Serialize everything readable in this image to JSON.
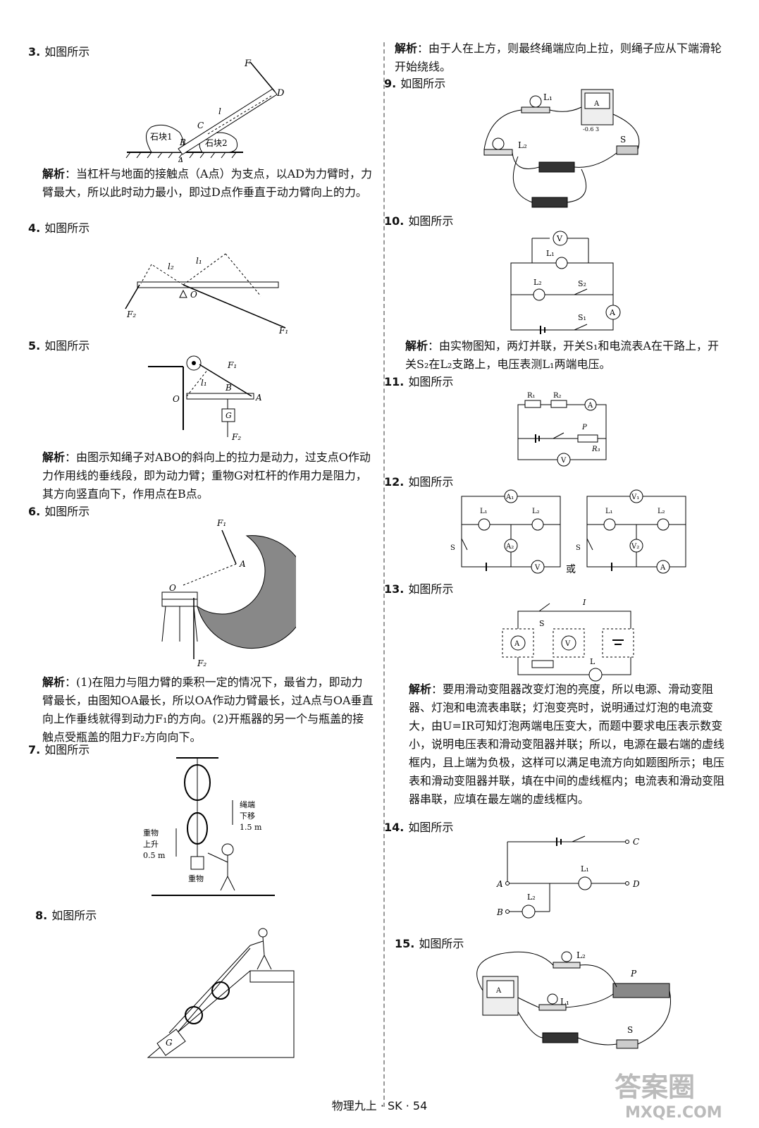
{
  "items": {
    "q3": {
      "num": "3.",
      "title": "如图所示",
      "analysis_label": "解析",
      "analysis": "：当杠杆与地面的接触点（A点）为支点，以AD为力臂时，力臂最大，所以此时动力最小，即过D点作垂直于动力臂向上的力。",
      "labels": {
        "F": "F",
        "D": "D",
        "l": "l",
        "C": "C",
        "B": "B",
        "A": "A",
        "stone1": "石块1",
        "stone2": "石块2"
      }
    },
    "q4": {
      "num": "4.",
      "title": "如图所示",
      "labels": {
        "l1": "l₁",
        "l2": "l₂",
        "O": "O",
        "F1": "F₁",
        "F2": "F₂"
      }
    },
    "q5": {
      "num": "5.",
      "title": "如图所示",
      "analysis_label": "解析",
      "analysis": "：由图示知绳子对ABO的斜向上的拉力是动力，过支点O作动力作用线的垂线段，即为动力臂；重物G对杠杆的作用力是阻力，其方向竖直向下，作用点在B点。",
      "labels": {
        "F1": "F₁",
        "l1": "l₁",
        "B": "B",
        "O": "O",
        "A": "A",
        "G": "G",
        "F2": "F₂"
      }
    },
    "q6": {
      "num": "6.",
      "title": "如图所示",
      "analysis_label": "解析",
      "analysis": "：(1)在阻力与阻力臂的乘积一定的情况下，最省力，即动力臂最长，由图知OA最长，所以OA作动力臂最长，过A点与OA垂直向上作垂线就得到动力F₁的方向。(2)开瓶器的另一个与瓶盖的接触点受瓶盖的阻力F₂方向向下。",
      "labels": {
        "F1": "F₁",
        "A": "A",
        "O": "O",
        "F2": "F₂"
      }
    },
    "q7": {
      "num": "7.",
      "title": "如图所示",
      "labels": {
        "rope": "绳端",
        "down": "下移",
        "d1": "1.5 m",
        "weight": "重物",
        "up": "上升",
        "d2": "0.5 m",
        "weight2": "重物"
      }
    },
    "q8": {
      "num": "8.",
      "title": "如图所示",
      "labels": {
        "G": "G"
      }
    },
    "q8a": {
      "analysis_label": "解析",
      "analysis": "：由于人在上方，则最终绳端应向上拉，则绳子应从下端滑轮开始绕线。"
    },
    "q9": {
      "num": "9.",
      "title": "如图所示",
      "labels": {
        "L1": "L₁",
        "L2": "L₂",
        "S": "S",
        "A": "A",
        "scale": "-0.6 3"
      }
    },
    "q10": {
      "num": "10.",
      "title": "如图所示",
      "analysis_label": "解析",
      "analysis": "：由实物图知，两灯并联，开关S₁和电流表A在干路上，开关S₂在L₂支路上，电压表测L₁两端电压。",
      "labels": {
        "V": "V",
        "L1": "L₁",
        "L2": "L₂",
        "S1": "S₁",
        "S2": "S₂",
        "A": "A"
      }
    },
    "q11": {
      "num": "11.",
      "title": "如图所示",
      "labels": {
        "R1": "R₁",
        "R2": "R₂",
        "A": "A",
        "P": "P",
        "R3": "R₃",
        "V": "V"
      }
    },
    "q12": {
      "num": "12.",
      "title": "如图所示",
      "or": "或",
      "labels": {
        "A1": "A₁",
        "A2": "A₂",
        "V1": "V₁",
        "V2": "V₂",
        "L1": "L₁",
        "L2": "L₂",
        "S": "S",
        "A": "A",
        "V": "V"
      }
    },
    "q13": {
      "num": "13.",
      "title": "如图所示",
      "analysis_label": "解析",
      "analysis": "：要用滑动变阻器改变灯泡的亮度，所以电源、滑动变阻器、灯泡和电流表串联；灯泡变亮时，说明通过灯泡的电流变大，由U=IR可知灯泡两端电压变大，而题中要求电压表示数变小，说明电压表和滑动变阻器并联；所以，电源在最右端的虚线框内，且上端为负极，这样可以满足电流方向如题图所示；电压表和滑动变阻器并联，填在中间的虚线框内；电流表和滑动变阻器串联，应填在最左端的虚线框内。",
      "labels": {
        "S": "S",
        "I": "I",
        "A": "A",
        "V": "V",
        "L": "L"
      }
    },
    "q14": {
      "num": "14.",
      "title": "如图所示",
      "labels": {
        "C": "C",
        "A": "A",
        "D": "D",
        "B": "B",
        "L1": "L₁",
        "L2": "L₂"
      }
    },
    "q15": {
      "num": "15.",
      "title": "如图所示",
      "labels": {
        "L1": "L₁",
        "L2": "L₂",
        "P": "P",
        "S": "S",
        "A": "A"
      }
    }
  },
  "footer": "物理九上 · SK · 54",
  "watermark": "答案圈 MXQE.COM"
}
